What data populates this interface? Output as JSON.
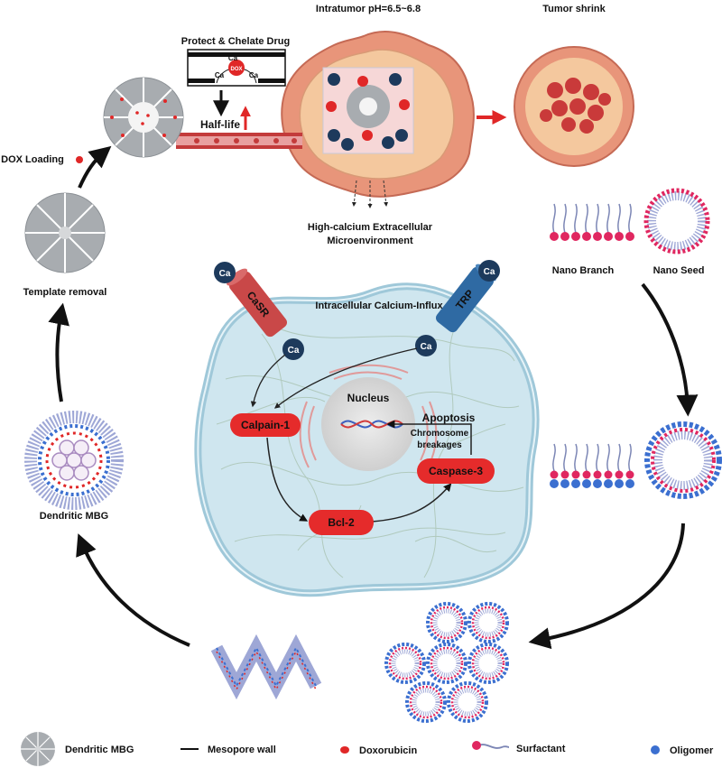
{
  "labels": {
    "intratumor_ph": "Intratumor pH=6.5~6.8",
    "tumor_shrink": "Tumor shrink",
    "protect_chelate": "Protect & Chelate Drug",
    "half_life": "Half-life",
    "dox_loading": "DOX Loading",
    "high_calcium_1": "High-calcium Extracellular",
    "high_calcium_2": "Microenvironment",
    "template_removal": "Template removal",
    "nano_branch": "Nano Branch",
    "nano_seed": "Nano Seed",
    "dendritic_mbg": "Dendritic MBG",
    "intracellular_influx": "Intracellular Calcium-Influx",
    "nucleus": "Nucleus",
    "apoptosis": "Apoptosis",
    "chromosome_1": "Chromosome",
    "chromosome_2": "breakages",
    "calpain": "Calpain-1",
    "bcl2": "Bcl-2",
    "caspase": "Caspase-3",
    "casr": "CaSR",
    "trp": "TRP",
    "ca": "Ca",
    "dox": "DOX"
  },
  "legend": [
    {
      "label": "Dendritic MBG",
      "icon": "dendritic-mbg-icon"
    },
    {
      "label": "Mesopore wall",
      "icon": "line-icon"
    },
    {
      "label": "Doxorubicin",
      "icon": "red-dot-icon"
    },
    {
      "label": "Surfactant",
      "icon": "lollipop-icon"
    },
    {
      "label": "Oligomer",
      "icon": "blue-dot-icon"
    }
  ],
  "colors": {
    "dox_red": "#e02727",
    "pill_red": "#e52b2b",
    "ca_navy": "#1d3a5c",
    "casr_red": "#c94848",
    "trp_blue": "#2f6aa3",
    "cell_fill": "#d5ebf3",
    "cell_border": "#a9cedc",
    "tumor_outer": "#e0866f",
    "tumor_inner": "#f0c49b",
    "mbg_gray": "#a8acb0",
    "surfactant_blue": "#3b6fd0",
    "surfactant_tail": "#7c86b5"
  }
}
